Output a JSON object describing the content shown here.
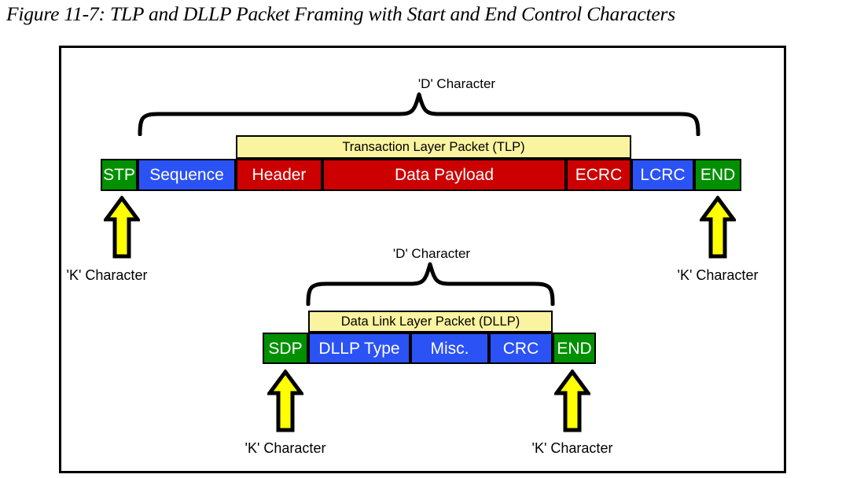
{
  "figure": {
    "title": "Figure 11-7: TLP and DLLP Packet Framing with Start and End Control Characters"
  },
  "colors": {
    "green": "#009000",
    "blue": "#2b52f5",
    "red": "#cc0000",
    "yellow_band": "#faf3a0",
    "arrow_fill": "#ffff00",
    "outline": "#000000"
  },
  "tlp_row": {
    "band_label": "Transaction Layer Packet (TLP)",
    "brace_label": "'D' Character",
    "segments": [
      {
        "label": "STP",
        "color": "green"
      },
      {
        "label": "Sequence",
        "color": "blue"
      },
      {
        "label": "Header",
        "color": "red"
      },
      {
        "label": "Data Payload",
        "color": "red"
      },
      {
        "label": "ECRC",
        "color": "red"
      },
      {
        "label": "LCRC",
        "color": "blue"
      },
      {
        "label": "END",
        "color": "green"
      }
    ],
    "start_marker_label": "'K' Character",
    "end_marker_label": "'K' Character"
  },
  "dllp_row": {
    "band_label": "Data Link Layer Packet (DLLP)",
    "brace_label": "'D' Character",
    "segments": [
      {
        "label": "SDP",
        "color": "green"
      },
      {
        "label": "DLLP Type",
        "color": "blue"
      },
      {
        "label": "Misc.",
        "color": "blue"
      },
      {
        "label": "CRC",
        "color": "blue"
      },
      {
        "label": "END",
        "color": "green"
      }
    ],
    "start_marker_label": "'K' Character",
    "end_marker_label": "'K' Character"
  }
}
